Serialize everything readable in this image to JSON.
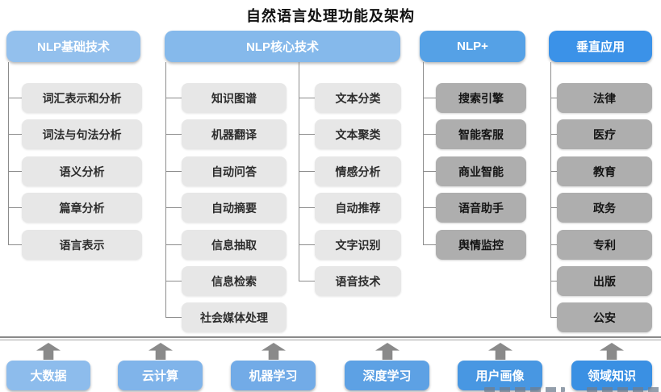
{
  "title": "自然语言处理功能及架构",
  "columns": [
    {
      "header": "NLP基础技术",
      "items": [
        "词汇表示和分析",
        "词法与句法分析",
        "语义分析",
        "篇章分析",
        "语言表示"
      ]
    },
    {
      "header": "NLP核心技术",
      "items_left": [
        "知识图谱",
        "机器翻译",
        "自动问答",
        "自动摘要",
        "信息抽取",
        "信息检索",
        "社会媒体处理"
      ],
      "items_right": [
        "文本分类",
        "文本聚类",
        "情感分析",
        "自动推荐",
        "文字识别",
        "语音技术"
      ]
    },
    {
      "header": "NLP+",
      "items": [
        "搜索引擎",
        "智能客服",
        "商业智能",
        "语音助手",
        "舆情监控"
      ]
    },
    {
      "header": "垂直应用",
      "items": [
        "法律",
        "医疗",
        "教育",
        "政务",
        "专利",
        "出版",
        "公安"
      ]
    }
  ],
  "foundation": {
    "items": [
      "大数据",
      "云计算",
      "机器学习",
      "深度学习",
      "用户画像",
      "领域知识"
    ]
  },
  "colors": {
    "header_blues": [
      "#93c0ed",
      "#85b9eb",
      "#55a1e6",
      "#3b92e8"
    ],
    "foundation_blues": [
      "#8dbcec",
      "#80b4ea",
      "#72abe7",
      "#5da1e4",
      "#4897e2",
      "#3a90e3"
    ],
    "light_node_gray": "#e7e7e7",
    "dark_node_gray": "#aeaeae",
    "connector_gray": "#8c8c8c",
    "arrow_gray": "#8a8a8a",
    "title_color": "#111111"
  }
}
